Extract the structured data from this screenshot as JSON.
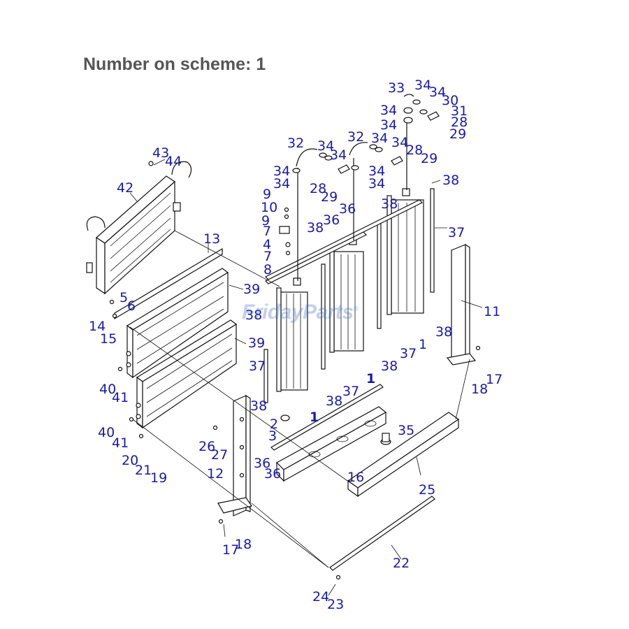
{
  "title": "Number on scheme: 1",
  "watermark": {
    "brand": "FridayParts",
    "mark": "®"
  },
  "callouts": [
    "1",
    "2",
    "3",
    "4",
    "5",
    "6",
    "7",
    "8",
    "9",
    "10",
    "11",
    "12",
    "13",
    "14",
    "15",
    "16",
    "17",
    "18",
    "19",
    "20",
    "21",
    "22",
    "23",
    "24",
    "25",
    "26",
    "27",
    "28",
    "29",
    "30",
    "31",
    "32",
    "33",
    "34",
    "35",
    "36",
    "37",
    "38",
    "39",
    "40",
    "41",
    "42",
    "43",
    "44"
  ],
  "colors": {
    "callout": "#1a1aa6",
    "title": "#555555",
    "line": "#111111",
    "watermark": "#3c6ec8"
  }
}
